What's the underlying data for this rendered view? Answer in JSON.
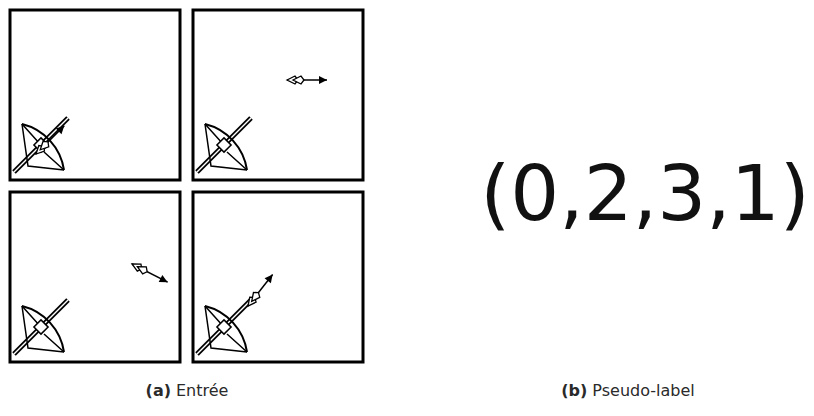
{
  "diagram": {
    "labels": [
      "(0,2,3,1)",
      "(a)",
      "Entrée",
      "(b)",
      "Pseudo-label"
    ]
  }
}
